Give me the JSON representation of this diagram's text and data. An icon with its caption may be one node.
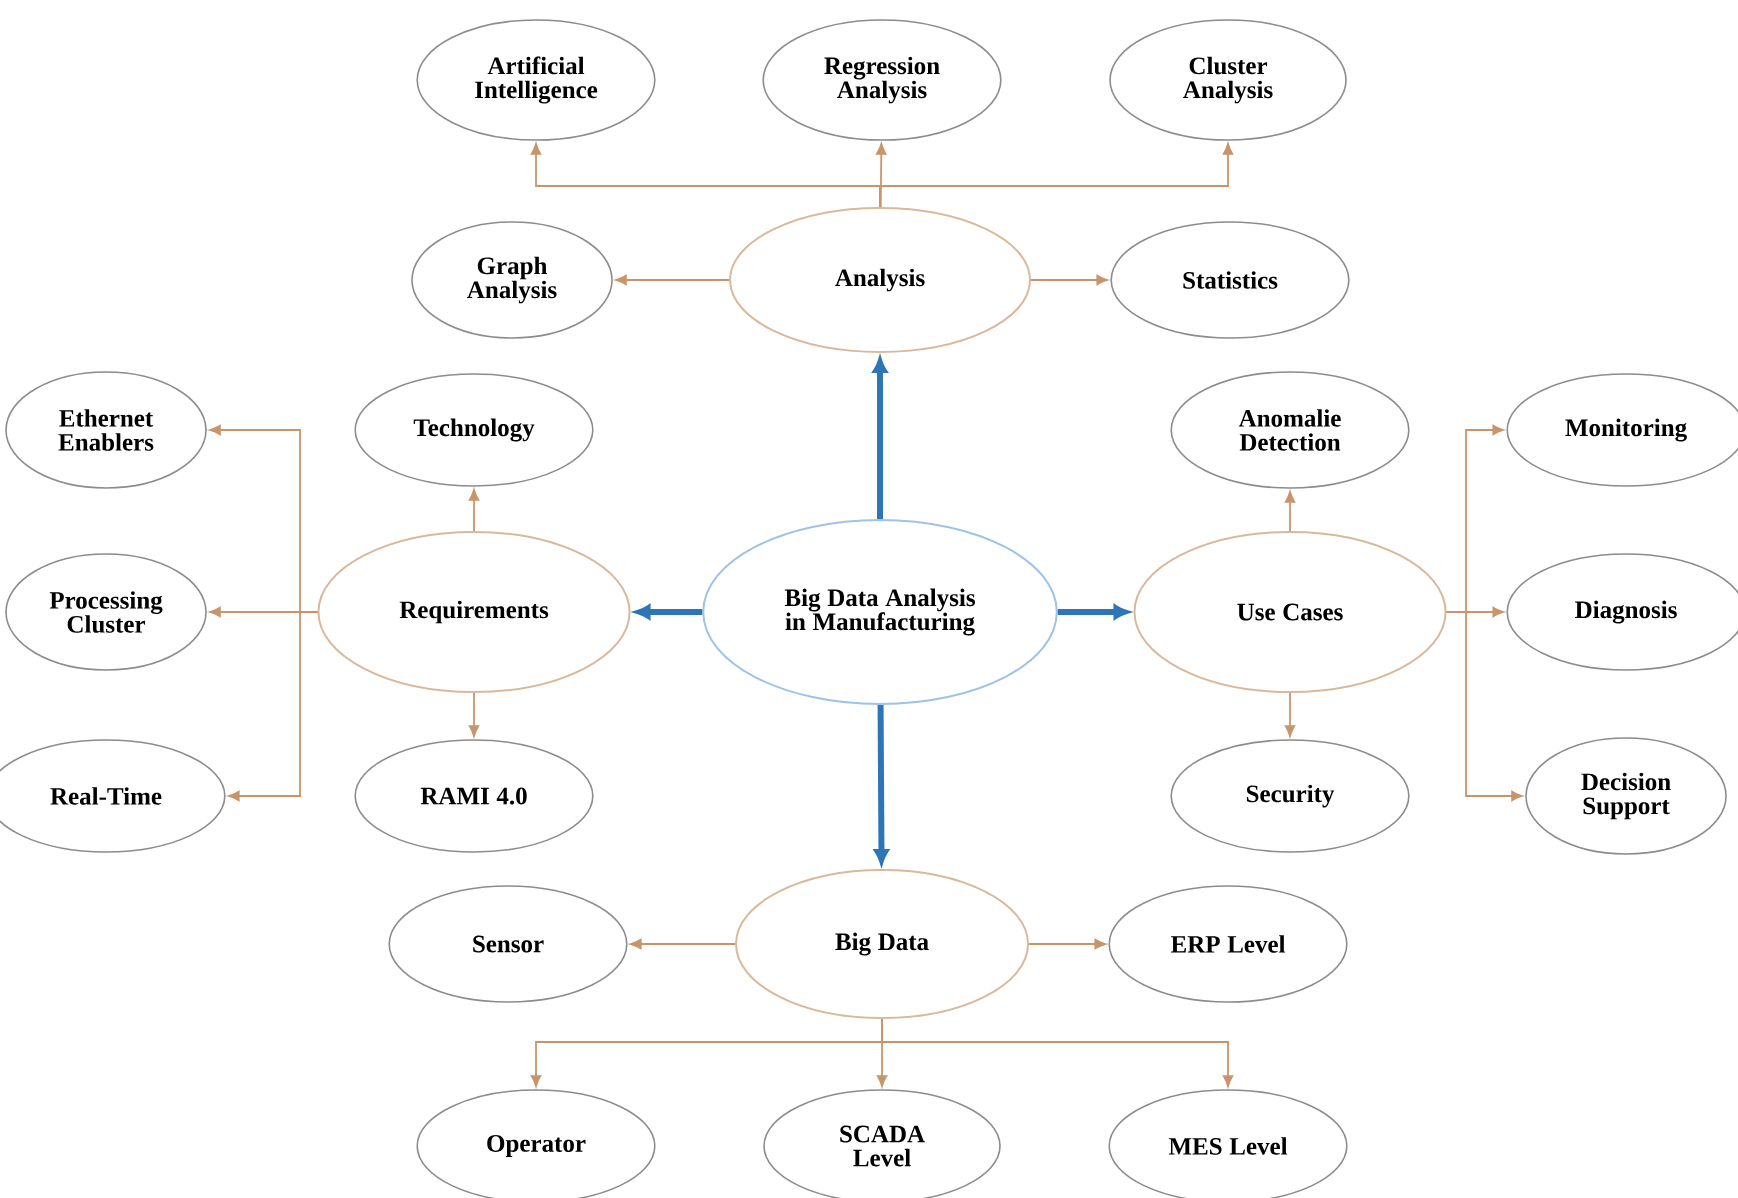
{
  "diagram": {
    "nodes": [
      {
        "text": [
          "Big Data Analysis in Manufacturing"
        ]
      },
      {
        "text": [
          "Analysis"
        ]
      },
      {
        "text": [
          "Artificial Intelligence"
        ]
      },
      {
        "text": [
          "Regression Analysis"
        ]
      },
      {
        "text": [
          "Cluster Analysis"
        ]
      },
      {
        "text": [
          "Graph Analysis"
        ]
      },
      {
        "text": [
          "Statistics"
        ]
      },
      {
        "text": [
          "Requirements"
        ]
      },
      {
        "text": [
          "Technology"
        ]
      },
      {
        "text": [
          "Ethernet Enablers"
        ]
      },
      {
        "text": [
          "Processing Cluster"
        ]
      },
      {
        "text": [
          "Real-Time"
        ]
      },
      {
        "text": [
          "RAMI 4.0"
        ]
      },
      {
        "text": [
          "Use Cases"
        ]
      },
      {
        "text": [
          "Anomalie Detection"
        ]
      },
      {
        "text": [
          "Monitoring"
        ]
      },
      {
        "text": [
          "Diagnosis"
        ]
      },
      {
        "text": [
          "Decision Support"
        ]
      },
      {
        "text": [
          "Security"
        ]
      },
      {
        "text": [
          "Big Data"
        ]
      },
      {
        "text": [
          "Sensor"
        ]
      },
      {
        "text": [
          "ERP Level"
        ]
      },
      {
        "text": [
          "Operator"
        ]
      },
      {
        "text": [
          "SCADA Level"
        ]
      },
      {
        "text": [
          "MES Level"
        ]
      }
    ],
    "edges": [
      {
        "from": 0,
        "to": 1,
        "arrow": "to",
        "style": "thick",
        "color": "#2e75b6"
      },
      {
        "from": 0,
        "to": 7,
        "arrow": "to",
        "style": "thick",
        "color": "#2e75b6"
      },
      {
        "from": 0,
        "to": 13,
        "arrow": "to",
        "style": "thick",
        "color": "#2e75b6"
      },
      {
        "from": 0,
        "to": 19,
        "arrow": "to",
        "style": "thick",
        "color": "#2e75b6"
      },
      {
        "from": 1,
        "to": 2,
        "arrow": "to"
      },
      {
        "from": 1,
        "to": 3,
        "arrow": "to"
      },
      {
        "from": 1,
        "to": 4,
        "arrow": "to"
      },
      {
        "from": 1,
        "to": 5,
        "arrow": "to"
      },
      {
        "from": 1,
        "to": 6,
        "arrow": "to"
      },
      {
        "from": 7,
        "to": 8,
        "arrow": "to"
      },
      {
        "from": 7,
        "to": 9,
        "arrow": "to"
      },
      {
        "from": 7,
        "to": 10,
        "arrow": "to"
      },
      {
        "from": 7,
        "to": 11,
        "arrow": "to"
      },
      {
        "from": 7,
        "to": 12,
        "arrow": "to"
      },
      {
        "from": 13,
        "to": 14,
        "arrow": "to"
      },
      {
        "from": 13,
        "to": 15,
        "arrow": "to"
      },
      {
        "from": 13,
        "to": 16,
        "arrow": "to"
      },
      {
        "from": 13,
        "to": 17,
        "arrow": "to"
      },
      {
        "from": 13,
        "to": 18,
        "arrow": "to"
      },
      {
        "from": 19,
        "to": 20,
        "arrow": "to"
      },
      {
        "from": 19,
        "to": 21,
        "arrow": "to"
      },
      {
        "from": 19,
        "to": 22,
        "arrow": "to"
      },
      {
        "from": 19,
        "to": 23,
        "arrow": "to"
      },
      {
        "from": 19,
        "to": 24,
        "arrow": "to"
      }
    ]
  }
}
